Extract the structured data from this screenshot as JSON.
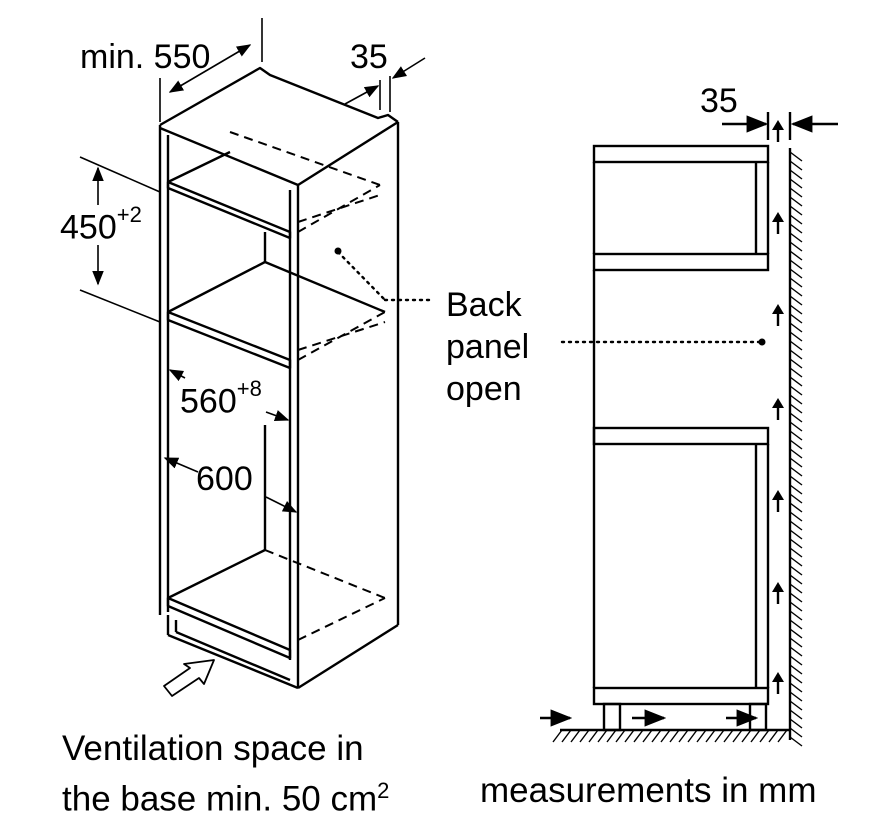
{
  "dimensions": {
    "cabinet_depth": "min. 550",
    "top_gap": "35",
    "niche_height_base": "450",
    "niche_height_tol": "+2",
    "inner_width_base": "560",
    "inner_width_tol": "+8",
    "outer_width": "600",
    "side_gap": "35"
  },
  "callout": {
    "line1": "Back",
    "line2": "panel",
    "line3": "open"
  },
  "captions": {
    "ventilation_line1": "Ventilation space in",
    "ventilation_line2_text": "the base min. 50 cm",
    "ventilation_line2_sup": "2",
    "units": "measurements in mm"
  },
  "icons": {
    "airflow": "hollow-arrow-icon",
    "vent": "up-arrow-icon"
  }
}
